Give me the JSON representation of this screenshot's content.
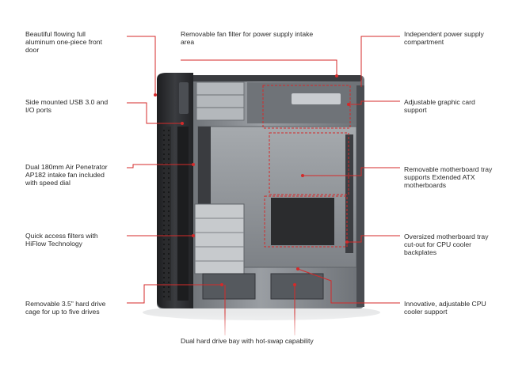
{
  "callouts": {
    "front_door": "Beautiful flowing full\naluminum one-piece front\ndoor",
    "usb_ports": "Side mounted USB 3.0 and\nI/O ports",
    "intake_fan": "Dual 180mm Air Penetrator\nAP182 intake fan included\nwith speed dial",
    "filters": "Quick access filters with\nHiFlow Technology",
    "hdd_cage": "Removable 3.5\" hard drive\ncage for up to five drives",
    "psu_filter": "Removable fan filter for power supply intake\narea",
    "psu_compartment": "Independent power supply\ncompartment",
    "gpu_support": "Adjustable graphic card\nsupport",
    "mb_tray": "Removable motherboard tray\nsupports Extended ATX\nmotherboards",
    "cpu_cutout": "Oversized motherboard tray\ncut-out for CPU cooler\nbackplates",
    "cpu_support": "Innovative, adjustable CPU\ncooler support",
    "hdd_bay": "Dual hard drive bay with hot-swap capability"
  },
  "colors": {
    "accent": "#d42a2a",
    "case_dark": "#2b2d30",
    "case_metal": "#8d9196"
  }
}
